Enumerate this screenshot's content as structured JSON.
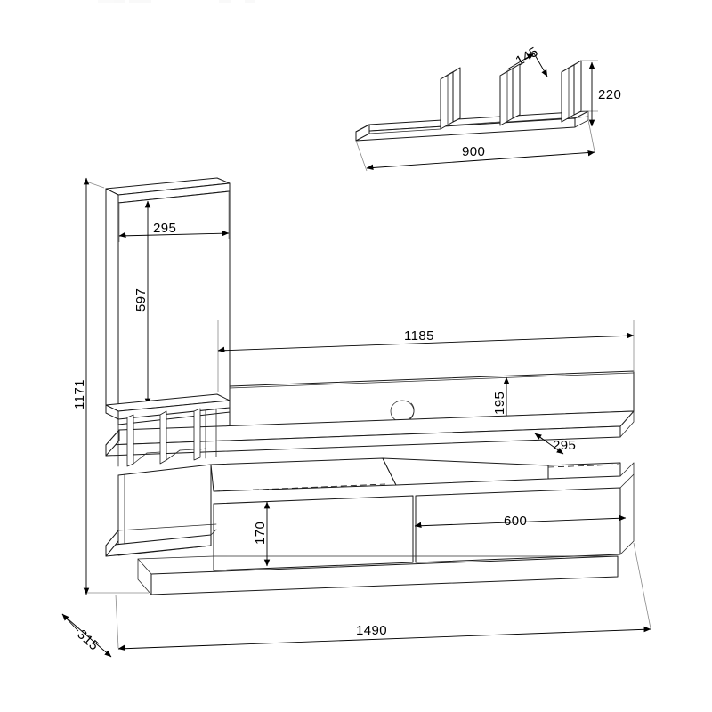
{
  "document": {
    "title": "Furniture Assembly Technical Drawing",
    "kind": "isometric-dimension-drawing",
    "subject": "TV wall unit with tall cabinet and wall shelf",
    "units": "mm",
    "background_color": "#ffffff",
    "line_color": "#1a1a1a",
    "text_color": "#000000"
  },
  "dimensions": {
    "shelf_length": "900",
    "shelf_divider_depth": "145",
    "shelf_divider_height": "220",
    "cabinet_width": "295",
    "cabinet_door_height": "597",
    "total_height": "1171",
    "tv_panel_width": "1185",
    "tv_panel_height": "195",
    "top_shelf_depth": "295",
    "drawer_height": "170",
    "drawer_width": "600",
    "unit_depth": "315",
    "total_width": "1490"
  },
  "labels": {
    "shelf_length": "900",
    "shelf_divider_depth": "145",
    "shelf_divider_height": "220",
    "cabinet_width": "295",
    "cabinet_door_height": "597",
    "total_height": "1171",
    "tv_panel_width": "1185",
    "tv_panel_height": "195",
    "top_shelf_depth": "295",
    "drawer_height": "170",
    "drawer_width": "600",
    "unit_depth": "315",
    "total_width": "1490"
  },
  "parts": {
    "wall_shelf": {
      "name": "Wall mounted shelf with three vertical dividers",
      "divider_count": 3
    },
    "tall_cabinet": {
      "name": "Tall left cabinet with door"
    },
    "tv_back_panel": {
      "name": "TV back panel with cable hole",
      "feature": "cable-grommet-hole"
    },
    "top_shelf": {
      "name": "Long horizontal top shelf"
    },
    "open_shelf": {
      "name": "Open shelf section with vertical dividers"
    },
    "drawer_left": {
      "name": "Left drawer front"
    },
    "drawer_right": {
      "name": "Right drawer front"
    },
    "plinth": {
      "name": "Base plinth"
    }
  }
}
